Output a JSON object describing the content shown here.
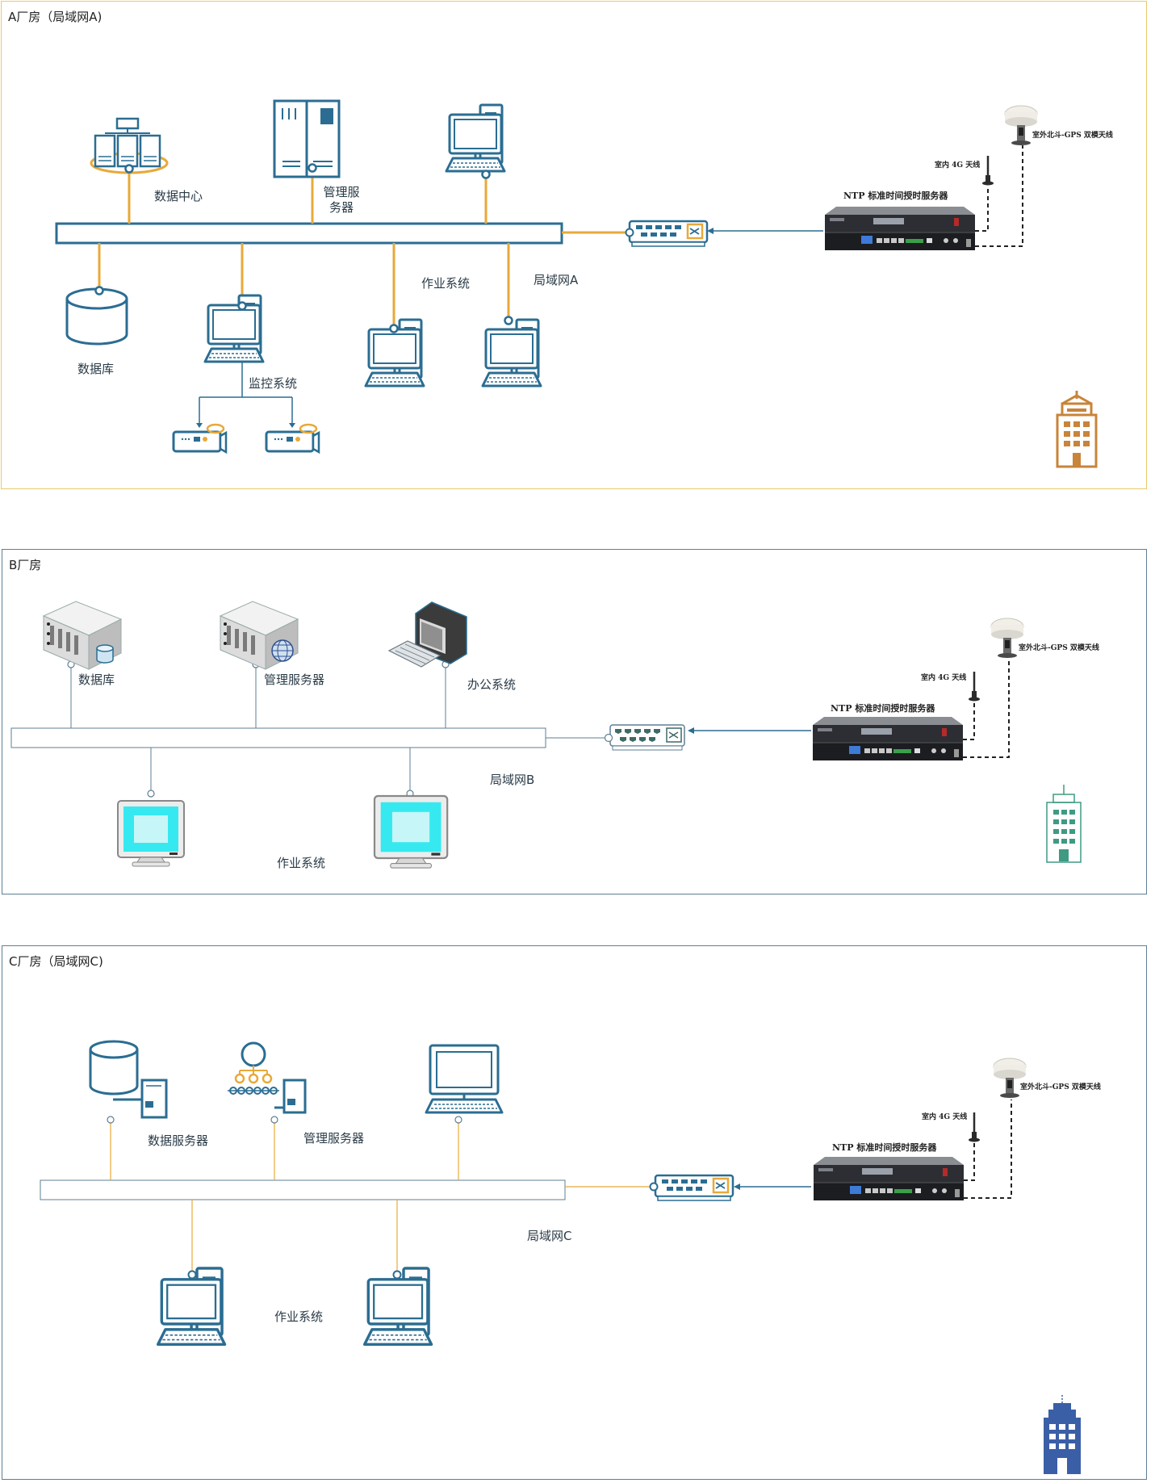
{
  "colors": {
    "blue": "#2b6d92",
    "orange": "#e8a93a",
    "panel_a_border": "#e8c96a",
    "panel_bc_border": "#5e7f95",
    "building_a": "#c8843a",
    "building_b": "#3f9a84",
    "building_c": "#3b5fa6"
  },
  "panel_a": {
    "title": "A厂房（局域网A)",
    "data_center": "数据中心",
    "mgmt_server": "管理服\n务器",
    "database": "数据库",
    "monitoring": "监控系统",
    "work_system": "作业系统",
    "lan": "局域网A",
    "ntp_label": "NTP 标准时间授时服务器",
    "indoor_antenna": "室内 4G 天线",
    "outdoor_antenna": "室外北斗-GPS 双模天线"
  },
  "panel_b": {
    "title": "B厂房",
    "database": "数据库",
    "mgmt_server": "管理服务器",
    "office_system": "办公系统",
    "lan": "局域网B",
    "work_system": "作业系统",
    "ntp_label": "NTP 标准时间授时服务器",
    "indoor_antenna": "室内 4G 天线",
    "outdoor_antenna": "室外北斗-GPS 双模天线"
  },
  "panel_c": {
    "title": "C厂房（局域网C)",
    "data_server": "数据服务器",
    "mgmt_server": "管理服务器",
    "lan": "局域网C",
    "work_system": "作业系统",
    "ntp_label": "NTP 标准时间授时服务器",
    "indoor_antenna": "室内 4G 天线",
    "outdoor_antenna": "室外北斗-GPS 双模天线"
  }
}
